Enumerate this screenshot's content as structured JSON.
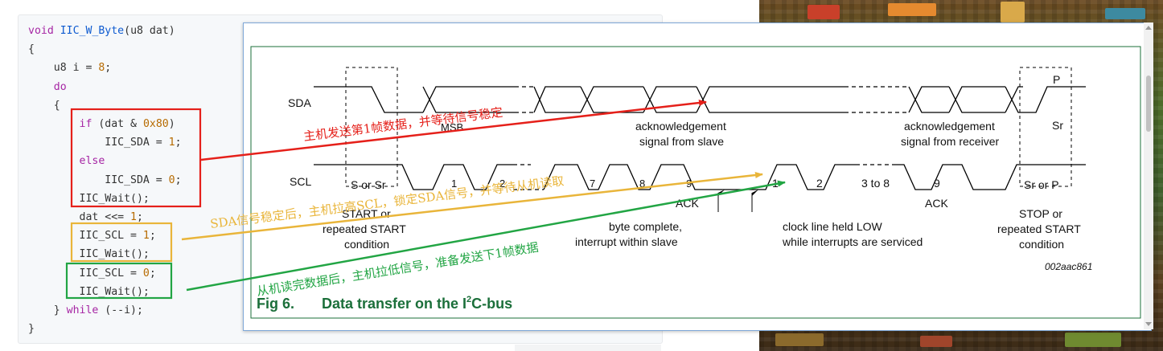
{
  "code": {
    "lines": [
      "void IIC_W_Byte(u8 dat)",
      "{",
      "    u8 i = 8;",
      "    do",
      "    {",
      "        if (dat & 0x80)",
      "            IIC_SDA = 1;",
      "        else",
      "            IIC_SDA = 0;",
      "        IIC_Wait();",
      "        dat <<= 1;",
      "        IIC_SCL = 1;",
      "        IIC_Wait();",
      "        IIC_SCL = 0;",
      "        IIC_Wait();",
      "    } while (--i);",
      "}"
    ]
  },
  "diagram": {
    "sda_label": "SDA",
    "scl_label": "SCL",
    "msb": "MSB",
    "p": "P",
    "sr_top": "Sr",
    "ack_slave_1": "acknowledgement",
    "ack_slave_2": "signal from slave",
    "ack_recv_1": "acknowledgement",
    "ack_recv_2": "signal from receiver",
    "s_or_sr": "S or Sr",
    "clk_1": "1",
    "clk_2": "2",
    "clk_7": "7",
    "clk_8": "8",
    "clk_9": "9",
    "clk_1b": "1",
    "clk_2b": "2",
    "clk_3to8": "3 to 8",
    "clk_9b": "9",
    "ack_a": "ACK",
    "ack_b": "ACK",
    "sr_or_p": "Sr or P",
    "start_1": "START or",
    "start_2": "repeated START",
    "start_3": "condition",
    "byte_1": "byte complete,",
    "byte_2": "interrupt within slave",
    "hold_1": "clock line held LOW",
    "hold_2": "while interrupts are serviced",
    "stop_1": "STOP or",
    "stop_2": "repeated START",
    "stop_3": "condition",
    "code_id": "002aac861",
    "fig_num": "Fig 6.",
    "fig_title_pre": "Data transfer on the I",
    "fig_title_sup": "2",
    "fig_title_post": "C-bus"
  },
  "annotations": {
    "red": "主机发送第1帧数据，并等待信号稳定",
    "yellow": "SDA信号稳定后，主机拉高SCL，锁定SDA信号，并等待从机读取",
    "green": "从机读完数据后，主机拉低信号，准备发送下1帧数据"
  },
  "colors": {
    "red": "#e5201a",
    "yellow": "#e9b53a",
    "green": "#22a544",
    "figure_title": "#1b6f3a"
  }
}
